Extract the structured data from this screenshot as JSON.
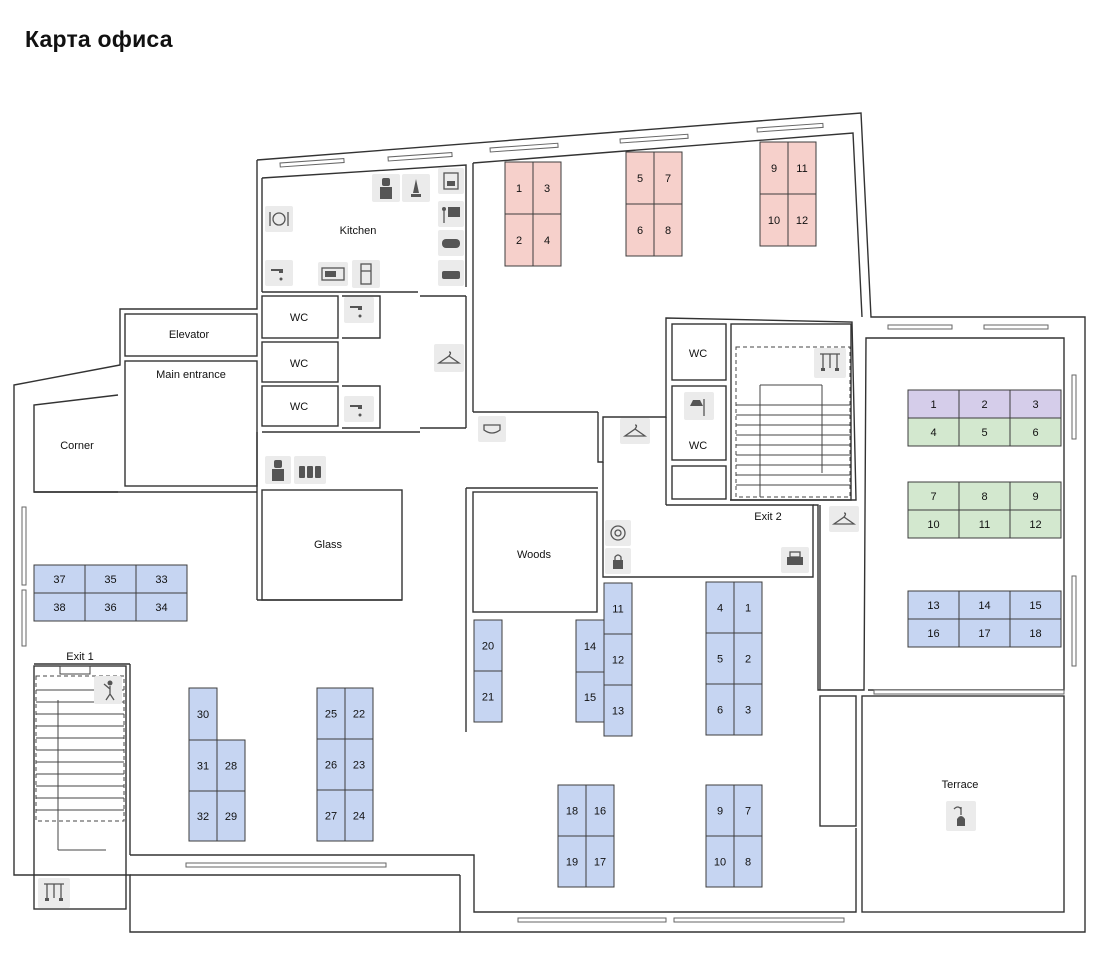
{
  "title": "Карта офиса",
  "colors": {
    "blue": "#c6d5f2",
    "pink": "#f6d0cb",
    "purple": "#d5cdea",
    "green": "#d3e8cf",
    "desk_border": "#3d3d3d"
  },
  "rooms": {
    "kitchen": "Kitchen",
    "elevator": "Elevator",
    "main_entrance": "Main entrance",
    "corner": "Corner",
    "glass": "Glass",
    "woods": "Woods",
    "wc": "WC",
    "exit1": "Exit 1",
    "exit2": "Exit 2",
    "terrace": "Terrace"
  },
  "icons": [
    {
      "name": "dining-plate-icon"
    },
    {
      "name": "water-cooler-icon"
    },
    {
      "name": "bell-icon"
    },
    {
      "name": "coffee-machine-icon"
    },
    {
      "name": "presentation-board-icon"
    },
    {
      "name": "gamepad-icon"
    },
    {
      "name": "sofa-icon"
    },
    {
      "name": "faucet-icon"
    },
    {
      "name": "microwave-icon"
    },
    {
      "name": "fridge-icon"
    },
    {
      "name": "coat-hanger-icon"
    },
    {
      "name": "shower-icon"
    },
    {
      "name": "bottles-icon"
    },
    {
      "name": "air-conditioner-icon"
    },
    {
      "name": "swing-icon"
    },
    {
      "name": "target-icon"
    },
    {
      "name": "lock-icon"
    },
    {
      "name": "printer-icon"
    },
    {
      "name": "climbing-icon"
    },
    {
      "name": "hookah-icon"
    }
  ],
  "desk_groups": {
    "pink_a": [
      "1",
      "3",
      "2",
      "4"
    ],
    "pink_b": [
      "5",
      "7",
      "6",
      "8"
    ],
    "pink_c": [
      "9",
      "11",
      "10",
      "12"
    ],
    "right_rows": [
      "1",
      "2",
      "3",
      "4",
      "5",
      "6",
      "7",
      "8",
      "9",
      "10",
      "11",
      "12",
      "13",
      "14",
      "15",
      "16",
      "17",
      "18"
    ],
    "left_rows": [
      "37",
      "35",
      "33",
      "38",
      "36",
      "34"
    ],
    "main": [
      "30",
      "31",
      "28",
      "32",
      "29",
      "25",
      "22",
      "26",
      "23",
      "27",
      "24",
      "20",
      "21",
      "11",
      "12",
      "13",
      "14",
      "15",
      "4",
      "1",
      "5",
      "2",
      "6",
      "3",
      "18",
      "16",
      "19",
      "17",
      "9",
      "7",
      "10",
      "8"
    ]
  }
}
